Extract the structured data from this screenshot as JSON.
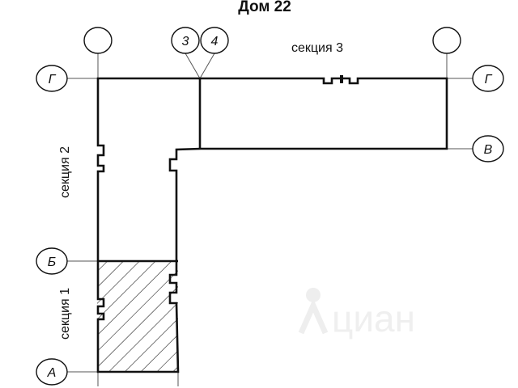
{
  "title": "Дом 22",
  "sections": {
    "s1": "секция 1",
    "s2": "секция 2",
    "s3": "секция 3"
  },
  "axes": {
    "top_left": "",
    "top_3": "3",
    "top_4": "4",
    "top_right": "",
    "G_left": "Г",
    "G_right": "Г",
    "V_right": "В",
    "B_left": "Б",
    "A_left": "А"
  },
  "watermark": "циан",
  "colors": {
    "line": "#111111",
    "hatch": "#222222",
    "watermark": "#e6e6e6"
  }
}
